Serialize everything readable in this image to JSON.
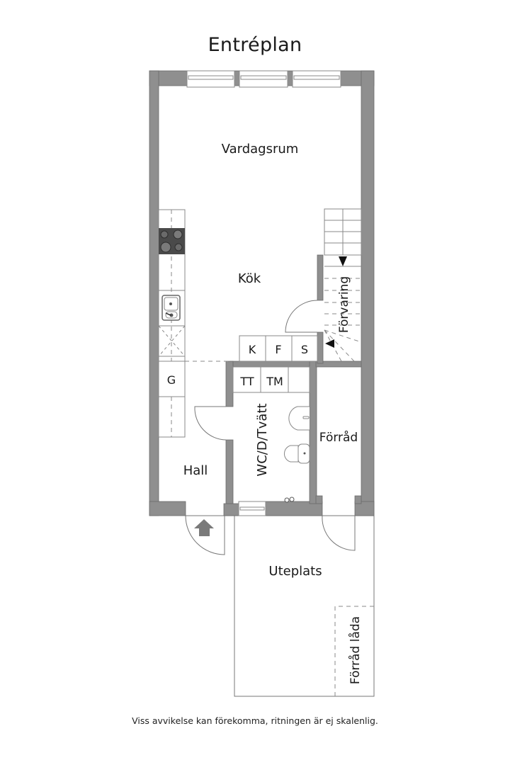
{
  "title": "Entréplan",
  "footer_note": "Viss avvikelse kan förekomma, ritningen är ej skalenlig.",
  "rooms": {
    "vardagsrum": "Vardagsrum",
    "kok": "Kök",
    "forvaring": "Förvaring",
    "hall": "Hall",
    "wc": "WC/D/Tvätt",
    "forrad": "Förråd",
    "uteplats": "Uteplats",
    "forrad_lada": "Förråd låda"
  },
  "appliances": {
    "k": "K",
    "f": "F",
    "s": "S",
    "g": "G",
    "tt": "TT",
    "tm": "TM"
  },
  "icons": [
    "stove-icon",
    "sink-icon",
    "washbasin-icon",
    "toilet-icon",
    "entrance-arrow-icon",
    "stair-arrow-icon",
    "door-swing-icon",
    "window-icon"
  ],
  "colors": {
    "wall": "#8f8f8f",
    "line": "#777777",
    "stove": "#4a4a4a"
  }
}
